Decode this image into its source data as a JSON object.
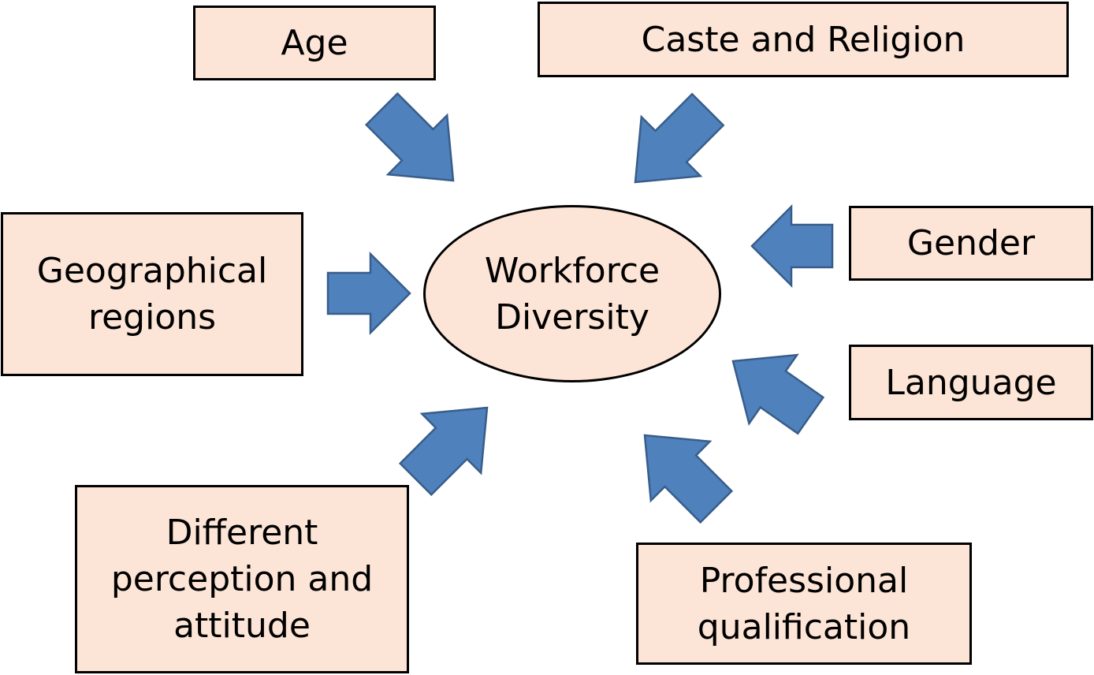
{
  "diagram": {
    "center": {
      "lines": [
        "Workforce",
        "Diversity"
      ]
    },
    "factors": {
      "age": {
        "lines": [
          "Age"
        ]
      },
      "caste": {
        "lines": [
          "Caste and Religion"
        ]
      },
      "geo": {
        "lines": [
          "Geographical",
          "regions"
        ]
      },
      "gender": {
        "lines": [
          "Gender"
        ]
      },
      "language": {
        "lines": [
          "Language"
        ]
      },
      "diff": {
        "lines": [
          "Different",
          "perception and",
          "attitude"
        ]
      },
      "prof": {
        "lines": [
          "Professional",
          "qualification"
        ]
      }
    },
    "colors": {
      "box_fill": "#fce4d6",
      "box_border": "#000000",
      "arrow_fill": "#4f81bd",
      "arrow_stroke": "#385d8a"
    }
  }
}
